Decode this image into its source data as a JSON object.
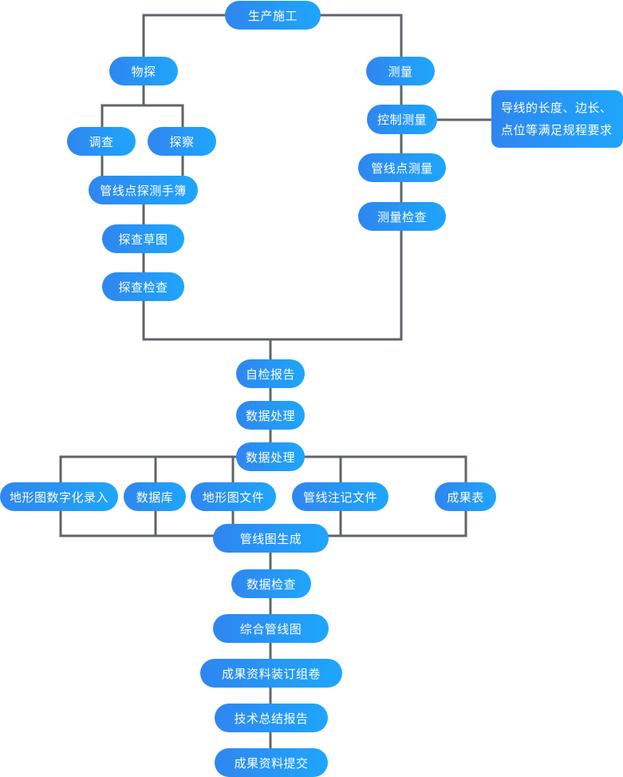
{
  "nodes": {
    "construction": "生产施工",
    "geophysical": "物探",
    "survey_measure": "测量",
    "investigation": "调查",
    "probing": "探察",
    "control_survey": "控制测量",
    "requirement_note": "导线的长度、边长、点位等满足规程要求",
    "pipe_point_survey": "管线点测量",
    "pipe_point_probe_book": "管线点探测手簿",
    "survey_check": "测量检查",
    "probe_sketch": "探查草图",
    "probe_check": "探查检查",
    "self_check_report": "自检报告",
    "data_processing_1": "数据处理",
    "data_processing_2": "数据处理",
    "terrain_digitize": "地形图数字化录入",
    "database": "数据库",
    "terrain_file": "地形图文件",
    "pipe_annotation_file": "管线注记文件",
    "result_table": "成果表",
    "pipe_map_generate": "管线图生成",
    "data_check": "数据检查",
    "composite_pipe_map": "综合管线图",
    "binding": "成果资料装订组卷",
    "tech_summary": "技术总结报告",
    "submit": "成果资料提交"
  },
  "colors": {
    "node_start": "#2f86f0",
    "node_end": "#1ea6fb",
    "line": "#5f6469"
  }
}
